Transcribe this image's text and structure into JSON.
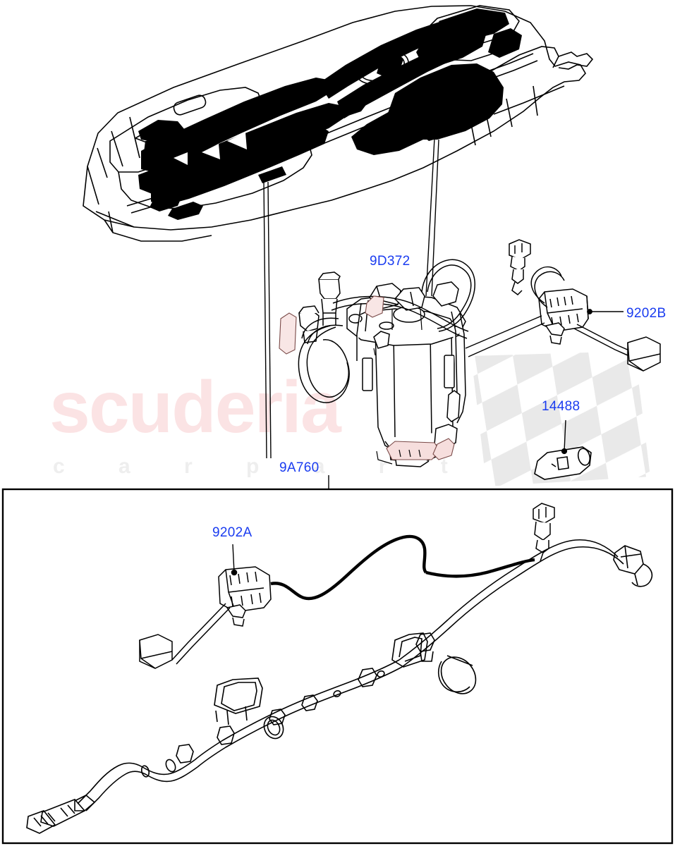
{
  "diagram": {
    "title": "Fuel Tank & Pump Exploded Parts Diagram",
    "background_color": "#ffffff",
    "label_color": "#1a3cf0",
    "line_color": "#000000",
    "watermark": {
      "main_text": "scuderia",
      "main_color": "#fbe3e4",
      "sub_text": "car parts",
      "sub_color": "#eeeeee",
      "flag_color": "#e9e9e9"
    }
  },
  "callouts": [
    {
      "id": "9D372",
      "text": "9D372",
      "part": "fuel-pump-module-sensor"
    },
    {
      "id": "9202B",
      "text": "9202B",
      "part": "fuel-level-sender-right"
    },
    {
      "id": "14488",
      "text": "14488",
      "part": "fuel-line-clip"
    },
    {
      "id": "9A760",
      "text": "9A760",
      "part": "fuel-line-harness-assembly"
    },
    {
      "id": "9202A",
      "text": "9202A",
      "part": "fuel-level-sender-left"
    }
  ],
  "components": [
    {
      "name": "fuel-tank",
      "description": "Fuel tank upper assembly with internal baffles and filler neck"
    },
    {
      "name": "fuel-pump-module",
      "description": "In-tank fuel pump and filter module with hoses and connector"
    },
    {
      "name": "fuel-level-sender-right",
      "description": "Fuel level sender unit with float arm and wiring lead"
    },
    {
      "name": "fuel-line-clip",
      "description": "Tubular retaining clip / sleeve"
    },
    {
      "name": "fuel-line-harness",
      "description": "Fuel feed line harness assembly with quick-connect couplings"
    },
    {
      "name": "fuel-level-sender-left",
      "description": "Secondary fuel level sender unit with float arm"
    }
  ],
  "panel": {
    "border_color": "#000000",
    "border_width": "2px"
  }
}
